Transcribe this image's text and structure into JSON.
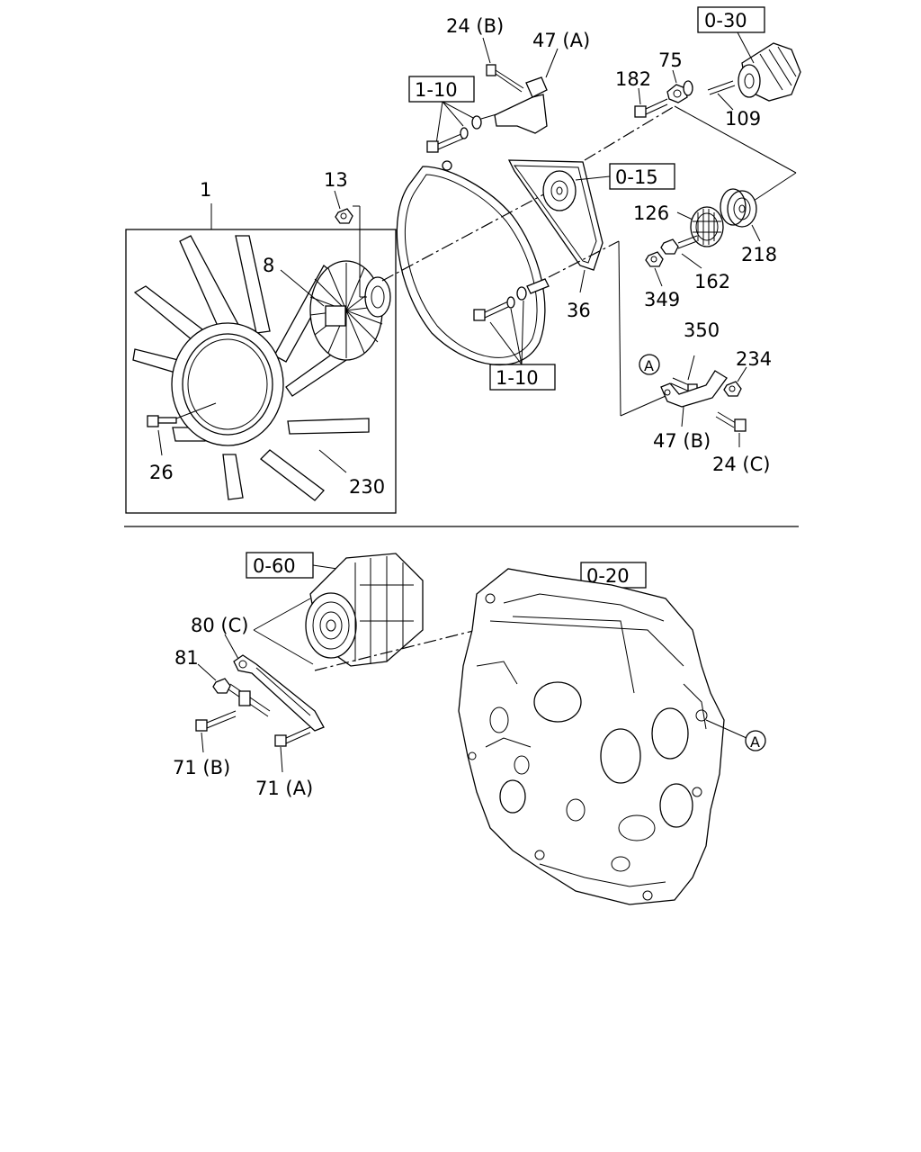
{
  "diagram": {
    "upper_section": {
      "callouts": {
        "c1": "1",
        "c13": "13",
        "c8": "8",
        "c26": "26",
        "c230": "230",
        "c24b": "24 (B)",
        "c47a": "47 (A)",
        "c36": "36",
        "c182": "182",
        "c75": "75",
        "c109": "109",
        "c126": "126",
        "c218": "218",
        "c162": "162",
        "c349": "349",
        "c350": "350",
        "c234": "234",
        "c47b": "47 (B)",
        "c24c": "24 (C)"
      },
      "refs": {
        "r110_top": "1-10",
        "r110_bottom": "1-10",
        "r015": "0-15",
        "r030": "0-30"
      },
      "marker": "A"
    },
    "lower_section": {
      "callouts": {
        "c80c": "80 (C)",
        "c81": "81",
        "c71b": "71 (B)",
        "c71a": "71 (A)"
      },
      "refs": {
        "r060": "0-60",
        "r020": "0-20"
      },
      "marker": "A"
    }
  }
}
